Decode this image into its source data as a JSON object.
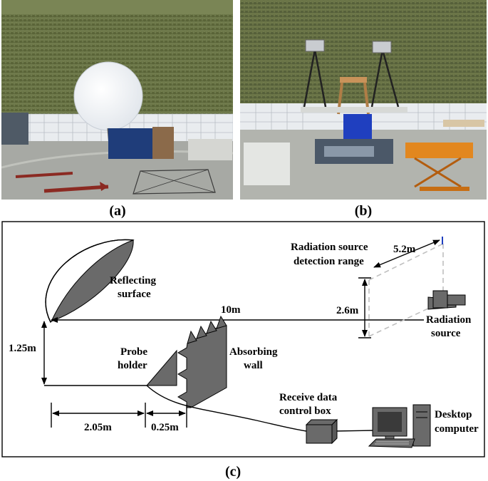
{
  "panels": {
    "a": "(a)",
    "b": "(b)",
    "c": "(c)"
  },
  "labels": {
    "reflecting_surface": [
      "Reflecting",
      "surface"
    ],
    "detection_range": [
      "Radiation source",
      "detection range"
    ],
    "distance_10m": "10m",
    "width_5_2m": "5.2m",
    "height_2_6m": "2.6m",
    "radiation_source": [
      "Radiation",
      "source"
    ],
    "height_1_25m": "1.25m",
    "probe_holder": [
      "Probe",
      "holder"
    ],
    "absorbing_wall": [
      "Absorbing",
      "wall"
    ],
    "receive_box": [
      "Receive data",
      "control box"
    ],
    "desktop": [
      "Desktop",
      "computer"
    ],
    "dist_2_05m": "2.05m",
    "dist_0_25m": "0.25m"
  },
  "colors": {
    "chamber_wall": "#6f7a4c",
    "absorber_blocks": "#e9ecef",
    "floor": "#a7a9a4",
    "diagram_fill": "#6a6a6a",
    "dashed_range": "#bfbfbf",
    "range_marker": "#1f3fbf"
  }
}
